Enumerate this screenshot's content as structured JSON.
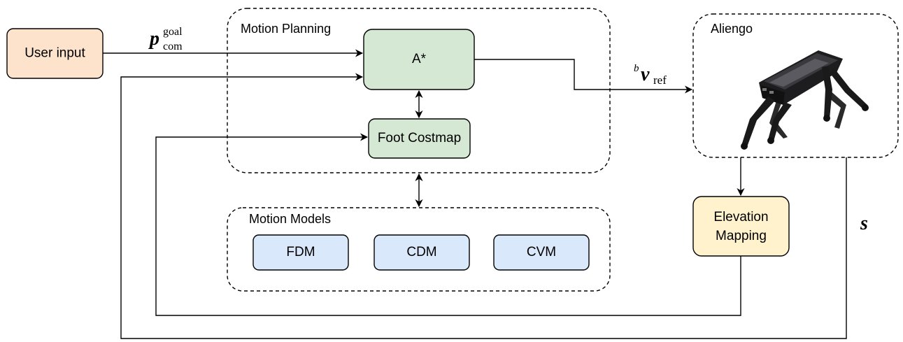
{
  "nodes": {
    "user_input": "User input",
    "a_star": "A*",
    "foot_costmap": "Foot Costmap",
    "fdm": "FDM",
    "cdm": "CDM",
    "cvm": "CVM",
    "elevation_mapping_line1": "Elevation",
    "elevation_mapping_line2": "Mapping"
  },
  "groups": {
    "motion_planning": "Motion Planning",
    "motion_models": "Motion Models",
    "aliengo": "Aliengo"
  },
  "edge_labels": {
    "goal_base": "p",
    "goal_sup": "goal",
    "goal_sub": "com",
    "vref_pre_sup": "b",
    "vref_base": "v",
    "vref_sub": "ref",
    "state": "s"
  },
  "colors": {
    "user_input_fill": "#fde3cc",
    "planner_fill": "#d5e8d4",
    "planner_stroke": "#82b366",
    "model_fill": "#dae8fc",
    "model_stroke": "#6c8ebf",
    "mapping_fill": "#fff2cc",
    "mapping_stroke": "#d6b656"
  }
}
